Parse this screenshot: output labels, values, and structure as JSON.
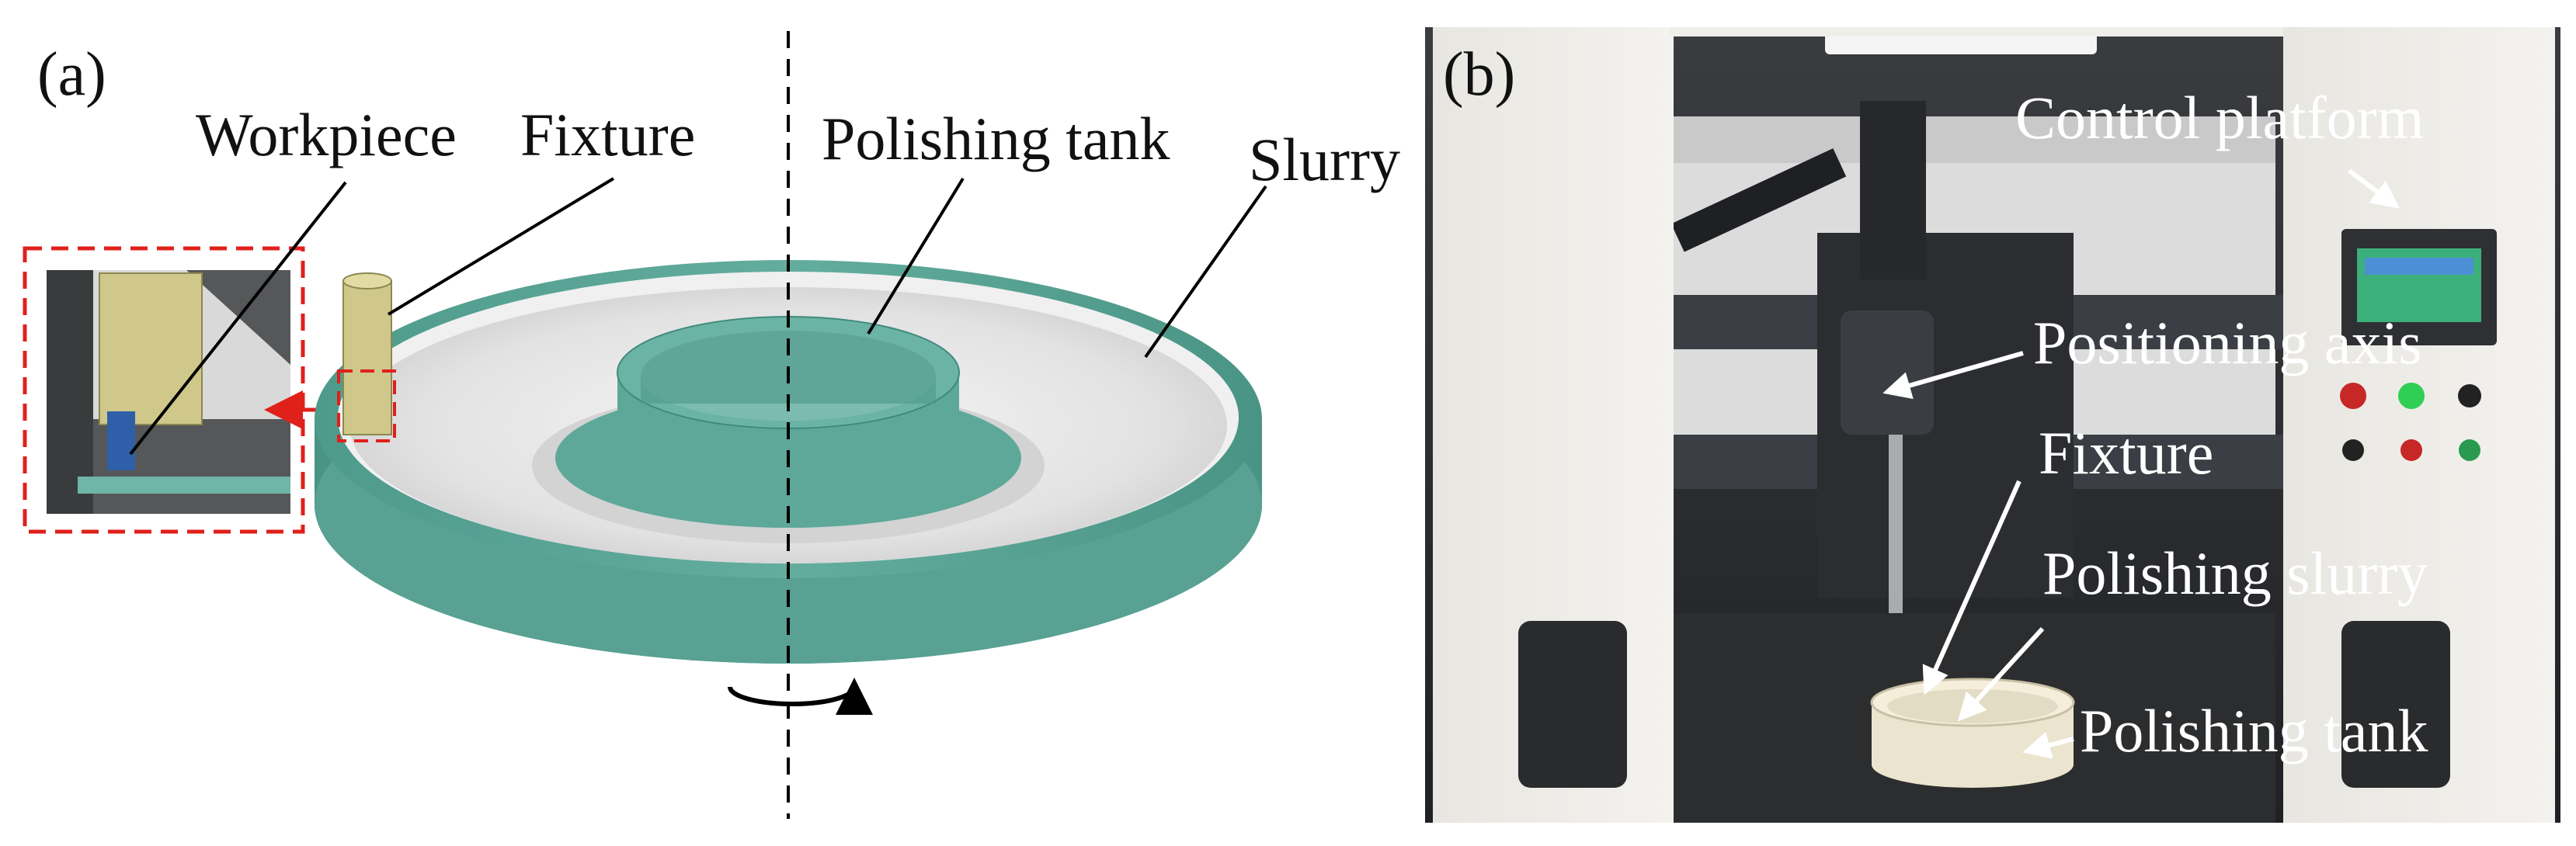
{
  "panel_a": {
    "letter": "(a)",
    "labels": {
      "workpiece": "Workpiece",
      "fixture": "Fixture",
      "polishing_tank": "Polishing tank",
      "slurry": "Slurry"
    },
    "colors": {
      "tank": "#5ea89a",
      "tank_dark": "#3f8a7c",
      "tank_inner": "#e6e6e6",
      "fixture": "#cfc88a",
      "workpiece": "#2f5fa8",
      "callout": "#e0201b"
    }
  },
  "panel_b": {
    "letter": "(b)",
    "labels": {
      "control_platform": "Control platform",
      "positioning_axis": "Positioning axis",
      "fixture": "Fixture",
      "polishing_slurry": "Polishing slurry",
      "polishing_tank": "Polishing tank"
    }
  }
}
